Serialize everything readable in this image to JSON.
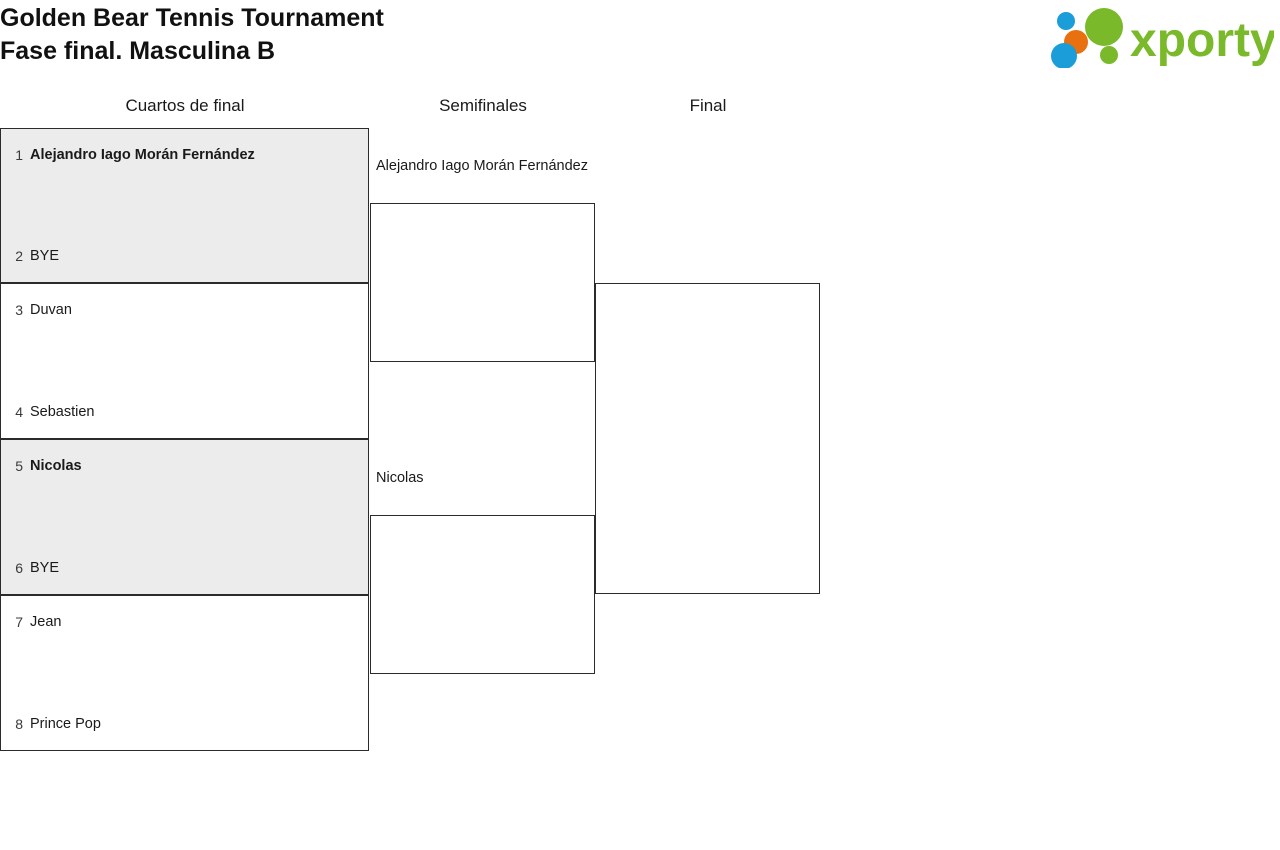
{
  "header": {
    "title_line1": "Golden Bear Tennis Tournament",
    "title_line2": "Fase final. Masculina B",
    "logo": {
      "name": "xporty-logo",
      "wordmark": "xporty",
      "colors": {
        "green": "#7ab929",
        "blue": "#1b9dd9",
        "orange": "#e8700f"
      }
    }
  },
  "rounds": [
    {
      "label": "Cuartos de final"
    },
    {
      "label": "Semifinales"
    },
    {
      "label": "Final"
    }
  ],
  "colors": {
    "shaded_match": "#ececec",
    "line": "#2b2b2b",
    "text": "#1a1a1a"
  },
  "quarterfinals": [
    {
      "shaded": true,
      "top": {
        "seed": "1",
        "name": "Alejandro Iago Morán Fernández",
        "winner": true
      },
      "bottom": {
        "seed": "2",
        "name": "BYE",
        "winner": false
      }
    },
    {
      "shaded": false,
      "top": {
        "seed": "3",
        "name": "Duvan",
        "winner": false
      },
      "bottom": {
        "seed": "4",
        "name": "Sebastien",
        "winner": false
      }
    },
    {
      "shaded": true,
      "top": {
        "seed": "5",
        "name": "Nicolas",
        "winner": true
      },
      "bottom": {
        "seed": "6",
        "name": "BYE",
        "winner": false
      }
    },
    {
      "shaded": false,
      "top": {
        "seed": "7",
        "name": "Jean",
        "winner": false
      },
      "bottom": {
        "seed": "8",
        "name": "Prince Pop",
        "winner": false
      }
    }
  ],
  "semifinals": [
    {
      "name": "Alejandro Iago Morán Fernández"
    },
    {
      "name": "Nicolas"
    }
  ],
  "final": {
    "name": ""
  }
}
